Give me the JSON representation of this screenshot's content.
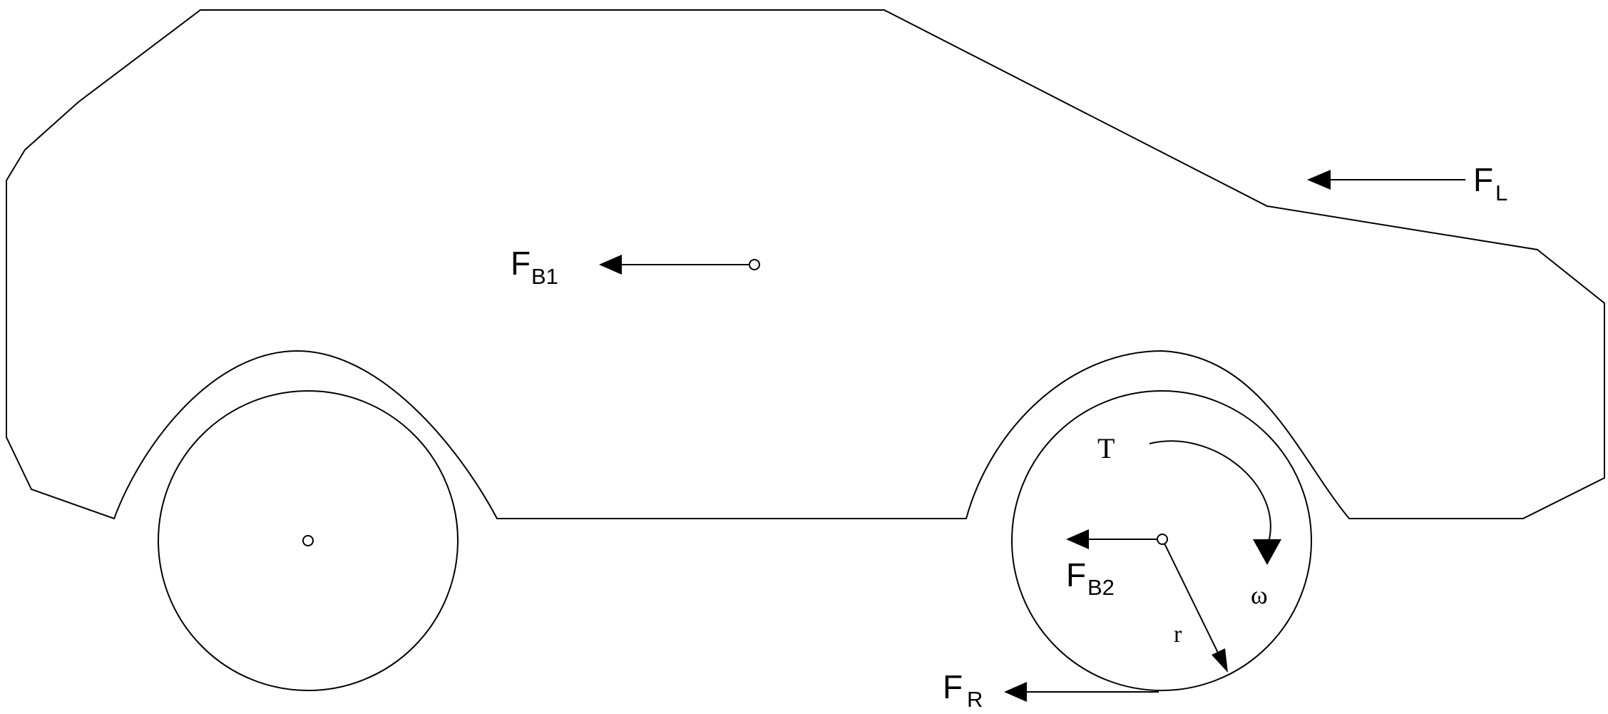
{
  "labels": {
    "f_l": {
      "main": "F",
      "sub": "L"
    },
    "f_b1": {
      "main": "F",
      "sub": "B1"
    },
    "f_b2": {
      "main": "F",
      "sub": "B2"
    },
    "f_r": {
      "main": "F",
      "sub": "R"
    },
    "torque": "T",
    "omega": "ω",
    "radius": "r"
  },
  "colors": {
    "line": "#000000",
    "background": "#ffffff"
  }
}
